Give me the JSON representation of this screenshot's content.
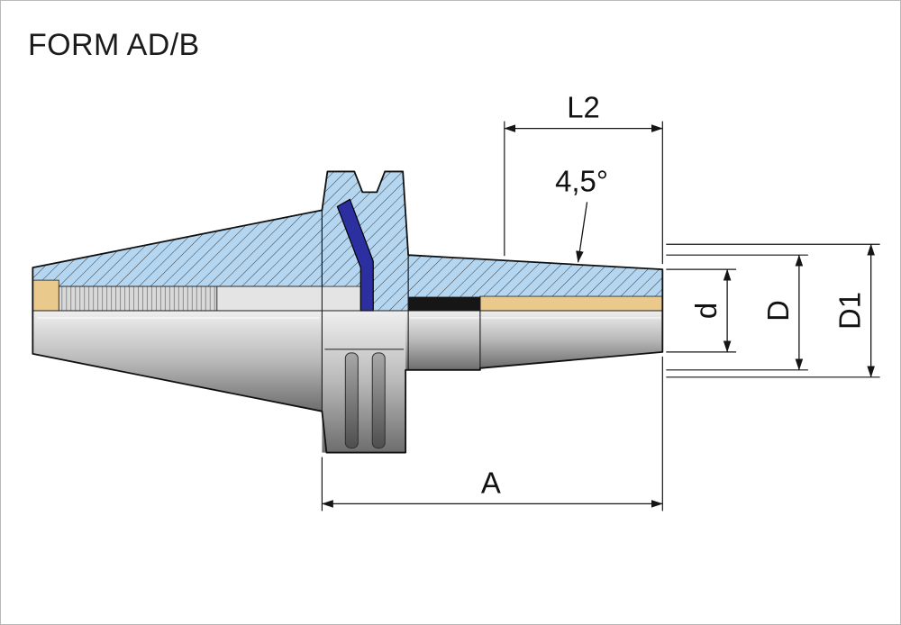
{
  "title": "FORM AD/B",
  "page": {
    "background": "#ffffff",
    "border_color": "#b9b9b9"
  },
  "drawing": {
    "dimensions": {
      "l2": "L2",
      "taper_angle": "4,5°",
      "overall_length": "A",
      "tip_diameter": "d",
      "body_diameter": "D",
      "outer_diameter": "D1"
    },
    "colors": {
      "section_fill": "#b5d6f0",
      "hatch_line": "#3c3c3c",
      "outline": "#101010",
      "dim_line": "#151515",
      "bore_tan": "#eac98c",
      "bore_gray": "#e4e4e4",
      "seal_black": "#161616",
      "coolant_blue": "#2b2fa0",
      "metal_light": "#efefef",
      "metal_mid": "#b9b9b9",
      "metal_dark": "#6d6d6d",
      "groove_light": "#a8a8a8",
      "groove_dark": "#4e4e4e",
      "thread_bg": "#d9d9d9",
      "thread_line": "#8c8c8c"
    }
  }
}
